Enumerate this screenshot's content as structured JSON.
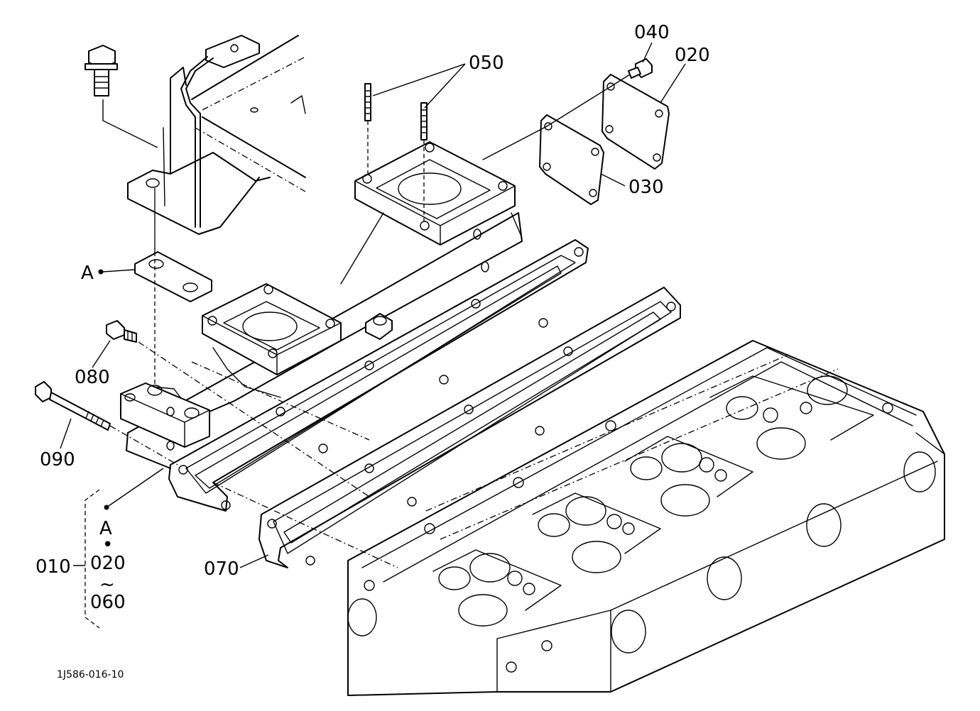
{
  "labels": {
    "p010": "010",
    "p020": "020",
    "p030": "030",
    "p040": "040",
    "p050": "050",
    "p060": "060",
    "p070": "070",
    "p080": "080",
    "p090": "090",
    "a": "A",
    "kit_dot": "•",
    "kit_tilde": "~"
  },
  "drawing_code": "1J586-016-10"
}
